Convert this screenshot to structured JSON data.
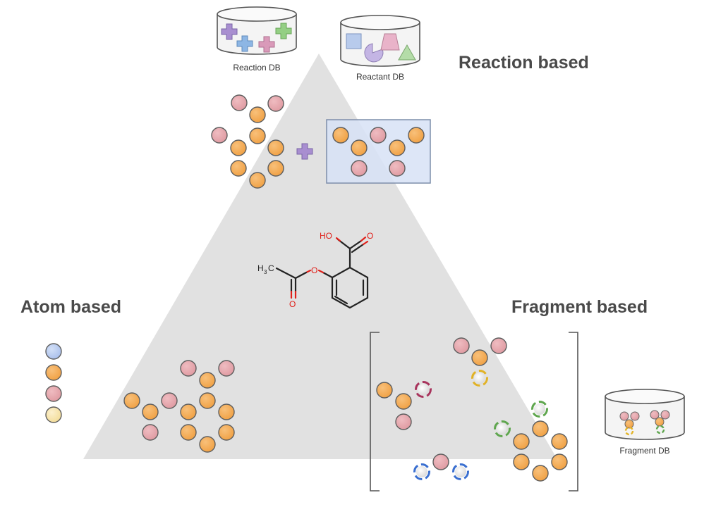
{
  "labels": {
    "reaction_based": "Reaction based",
    "atom_based": "Atom based",
    "fragment_based": "Fragment based"
  },
  "databases": {
    "reaction_db": "Reaction DB",
    "reactant_db": "Reactant DB",
    "fragment_db": "Fragment DB"
  },
  "molecule": {
    "hydroxyl": "HO",
    "carbonyl_o_acid": "O",
    "ester_o": "O",
    "carbonyl_o_ester": "O",
    "methyl_main": "H",
    "methyl_sub": "3",
    "methyl_c": "C"
  },
  "colors": {
    "triangle": "#e1e1e1",
    "orange_atom": "#f2a54b",
    "pink_atom": "#e4a3a9",
    "blue_atom": "#b6c9ee",
    "yellow_atom": "#f7e4a8",
    "plus_purple": "#a88ed0",
    "plus_blue": "#8db6e4",
    "plus_pink": "#d99ab9",
    "plus_green": "#94cf84",
    "selection_box": "#dbe5f7",
    "oxygen_red": "#e0201a"
  },
  "icons": [
    "database-icon",
    "plus-icon",
    "square-icon",
    "pacman-icon",
    "trapezoid-icon",
    "triangle-icon",
    "atom-icon",
    "attachment-point-icon"
  ]
}
